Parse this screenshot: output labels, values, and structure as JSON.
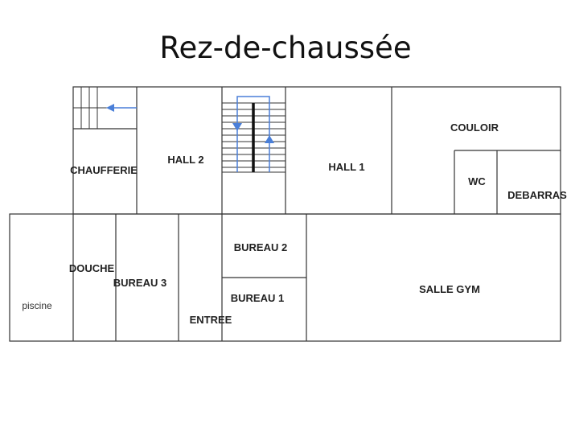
{
  "title": "Rez-de-chaussée",
  "rooms": {
    "chaufferie": "CHAUFFERIE",
    "hall2": "HALL 2",
    "hall1": "HALL 1",
    "couloir": "COULOIR",
    "wc": "WC",
    "debarras": "DEBARRAS",
    "douche": "DOUCHE",
    "bureau3": "BUREAU 3",
    "bureau2": "BUREAU 2",
    "bureau1": "BUREAU 1",
    "entree": "ENTREE",
    "salle_gym": "SALLE GYM",
    "piscine": "piscine"
  },
  "colors": {
    "walls": "#333333",
    "stair_arrows": "#4a7fd8"
  }
}
